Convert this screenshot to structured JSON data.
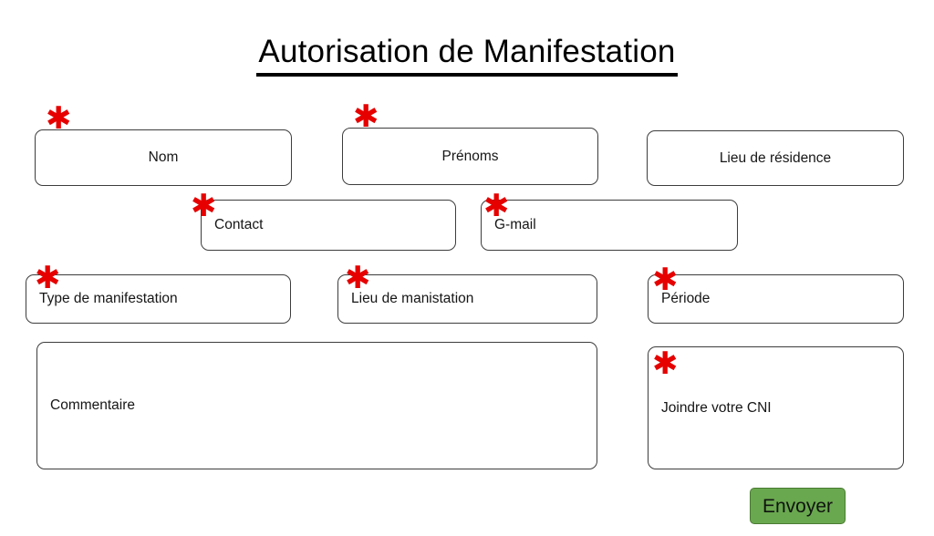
{
  "page": {
    "title": "Autorisation de Manifestation",
    "background_color": "#ffffff",
    "text_color": "#111111",
    "required_marker": "✱",
    "required_marker_color": "#e60000",
    "field_border_color": "#3d3d3d"
  },
  "form": {
    "rows": [
      {
        "name": "identity-row",
        "fields": [
          {
            "id": "nom",
            "label": "Nom",
            "required": true,
            "align": "center"
          },
          {
            "id": "prenoms",
            "label": "Prénoms",
            "required": true,
            "align": "center"
          },
          {
            "id": "lieu-de-residence",
            "label": "Lieu de résidence",
            "required": false,
            "align": "center"
          }
        ]
      },
      {
        "name": "contact-row",
        "fields": [
          {
            "id": "contact",
            "label": "Contact",
            "required": true,
            "align": "left"
          },
          {
            "id": "g-mail",
            "label": "G-mail",
            "required": true,
            "align": "left"
          }
        ]
      },
      {
        "name": "event-row",
        "fields": [
          {
            "id": "type-de-manifestation",
            "label": "Type de manifestation",
            "required": true,
            "align": "left"
          },
          {
            "id": "lieu-de-manistation",
            "label": "Lieu de manistation",
            "required": true,
            "align": "left"
          },
          {
            "id": "periode",
            "label": "Période",
            "required": true,
            "align": "left"
          }
        ]
      },
      {
        "name": "attachment-row",
        "fields": [
          {
            "id": "commentaire",
            "label": "Commentaire",
            "required": false,
            "align": "left"
          },
          {
            "id": "joindre-votre-cni",
            "label": "Joindre votre CNI",
            "required": true,
            "align": "left"
          }
        ]
      }
    ],
    "submit": {
      "label": "Envoyer",
      "background_color": "#6aa84f",
      "border_color": "#4a7a33",
      "text_color": "#101510"
    }
  }
}
